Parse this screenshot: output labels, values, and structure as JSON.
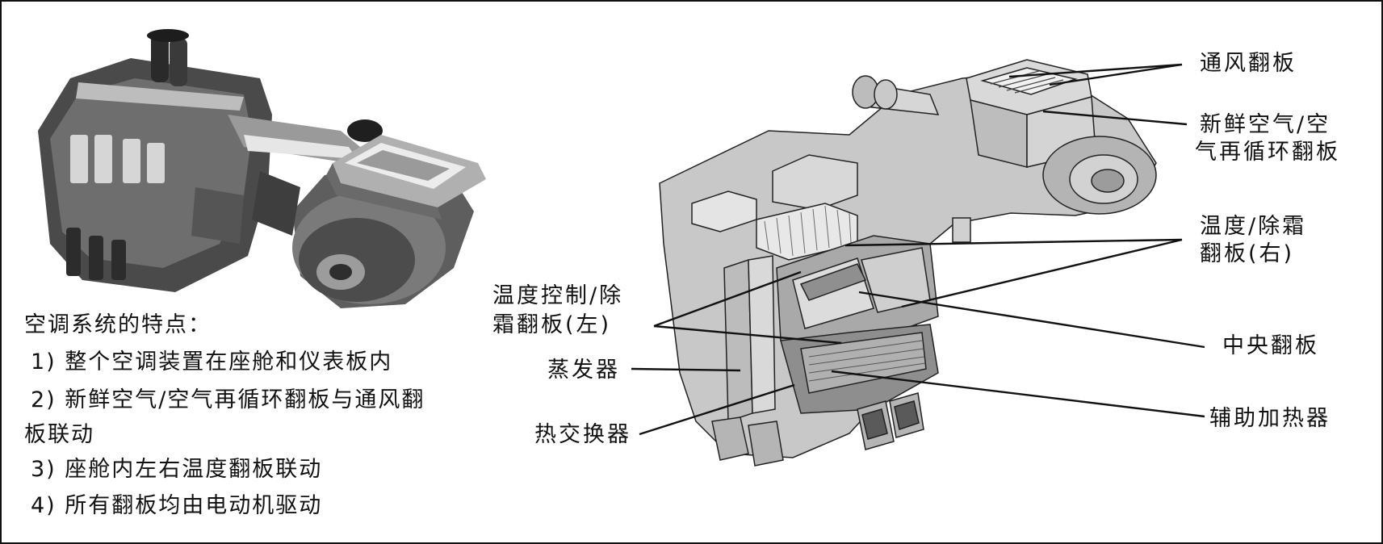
{
  "features": {
    "heading": "空调系统的特点：",
    "items": [
      "1) 整个空调装置在座舱和仪表板内",
      "2) 新鲜空气/空气再循环翻板与通风翻",
      "板联动",
      "3) 座舱内左右温度翻板联动",
      "4) 所有翻板均由电动机驱动"
    ]
  },
  "labels": {
    "vent_flap": "通风翻板",
    "fresh_air_line1": "新鲜空气/空",
    "fresh_air_line2": "气再循环翻板",
    "temp_right_line1": "温度/除霜",
    "temp_right_line2": "翻板(右)",
    "central_flap": "中央翻板",
    "aux_heater": "辅助加热器",
    "temp_left_line1": "温度控制/除",
    "temp_left_line2": "霜翻板(左)",
    "evaporator": "蒸发器",
    "heat_exchanger": "热交换器"
  },
  "colors": {
    "housing": "#c8c8c8",
    "housing_dark": "#8a8a8a",
    "photo_dark": "#3a3a3a",
    "line": "#111111"
  }
}
